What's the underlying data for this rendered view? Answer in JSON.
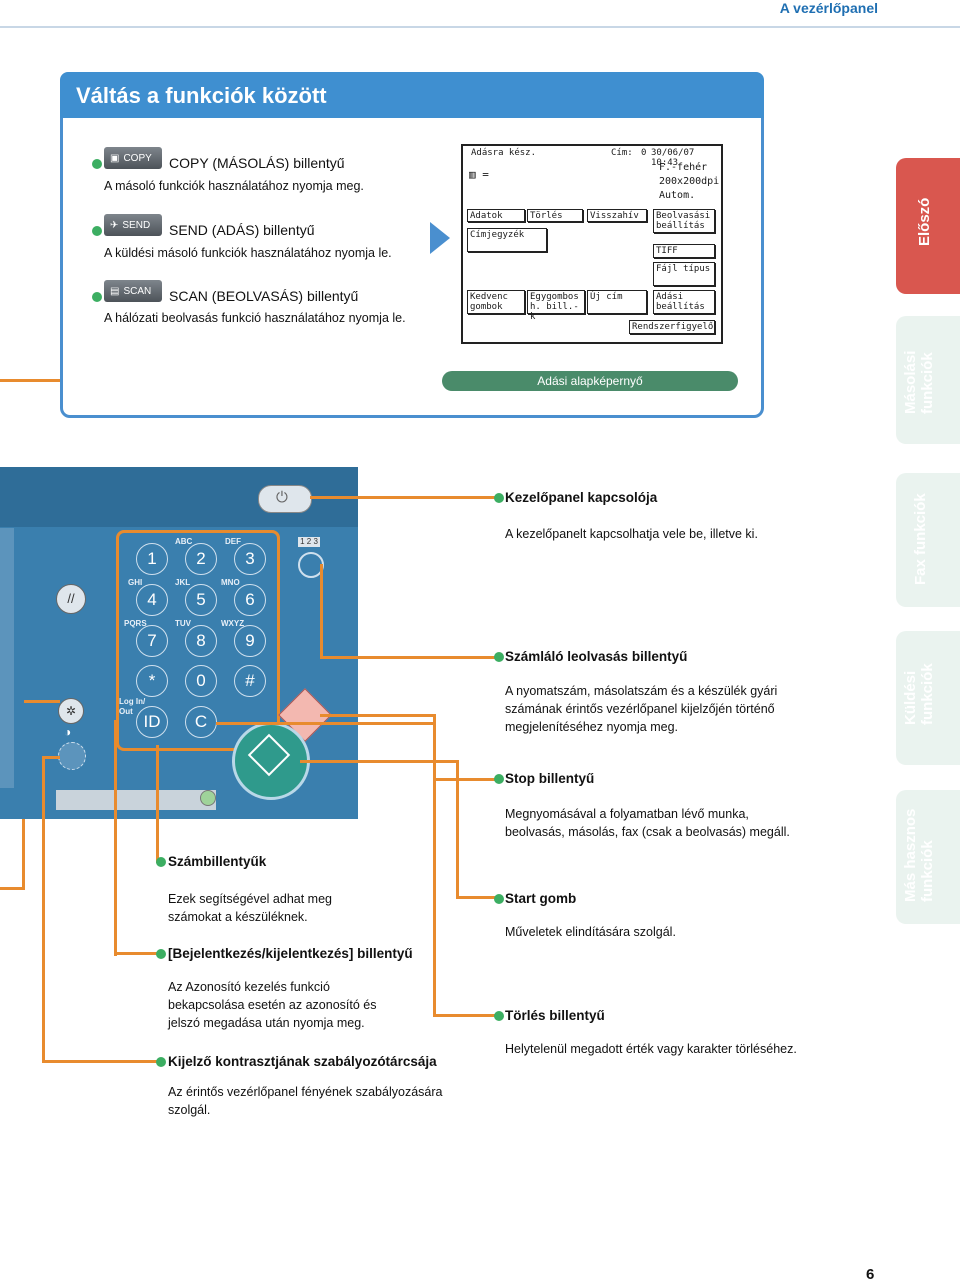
{
  "header": {
    "title": "A vezérlőpanel"
  },
  "main": {
    "title": "Váltás a funkciók között",
    "keys": [
      {
        "badge": "COPY",
        "name": "COPY (MÁSOLÁS) billentyű",
        "desc": "A másoló funkciók használatához nyomja meg."
      },
      {
        "badge": "SEND",
        "name": "SEND (ADÁS) billentyű",
        "desc": "A küldési másoló funkciók használatához nyomja le."
      },
      {
        "badge": "SCAN",
        "name": "SCAN (BEOLVASÁS) billentyű",
        "desc": "A hálózati beolvasás funkció használatához nyomja le."
      }
    ],
    "screen": {
      "status": "Adásra kész.",
      "cim": "Cím:",
      "cim_value": "0",
      "datetime": "30/06/07 10:43",
      "mode1": "F.-fehér",
      "mode2": "200x200dpi",
      "mode3": "Autom.",
      "btn_adatok": "Adatok",
      "btn_torles": "Törlés",
      "btn_visszahiv": "Visszahív",
      "btn_beolvasasi": "Beolvasási beállítás",
      "btn_cimjegyzek": "Címjegyzék",
      "btn_tiff": "TIFF",
      "btn_fajl": "Fájl típus",
      "btn_kedvenc": "Kedvenc gombok",
      "btn_egygombos": "Egygombos h. bill.-k",
      "btn_uj": "Új cím",
      "btn_adasi": "Adási beállítás",
      "btn_rendszer": "Rendszerfigyelő"
    },
    "caption": "Adási alapképernyő"
  },
  "panel": {
    "keys": [
      "1",
      "2",
      "3",
      "4",
      "5",
      "6",
      "7",
      "8",
      "9",
      "*",
      "0",
      "#",
      "ID",
      "C"
    ],
    "letters": [
      "ABC",
      "DEF",
      "GHI",
      "JKL",
      "MNO",
      "PQRS",
      "TUV",
      "WXYZ"
    ],
    "login_label": "Log In/ Out",
    "counter_label": "1 2 3"
  },
  "callouts_right": [
    {
      "title": "Kezelőpanel kapcsolója",
      "text": "A kezelőpanelt kapcsolhatja vele be, illetve ki."
    },
    {
      "title": "Számláló leolvasás billentyű",
      "text": "A nyomatszám, másolatszám és a készülék gyári számának érintős vezérlőpanel kijelzőjén történő megjelenítéséhez nyomja meg."
    },
    {
      "title": "Stop billentyű",
      "text": "Megnyomásával a folyamatban lévő munka, beolvasás, másolás, fax (csak a beolvasás) megáll."
    },
    {
      "title": "Start gomb",
      "text": "Műveletek elindítására szolgál."
    },
    {
      "title": "Törlés billentyű",
      "text": "Helytelenül megadott érték vagy karakter törléséhez."
    }
  ],
  "callouts_left": [
    {
      "title": "Számbillentyűk",
      "text": "Ezek segítségével adhat meg számokat a készüléknek."
    },
    {
      "title": "[Bejelentkezés/kijelentkezés] billentyű",
      "text": "Az Azonosító kezelés funkció bekapcsolása esetén az azonosító és jelszó megadása után nyomja meg."
    },
    {
      "title": "Kijelző kontrasztjának szabályozótárcsája",
      "text": "Az érintős vezérlőpanel fényének szabályozására szolgál."
    }
  ],
  "tabs": [
    "Előszó",
    "Másolási funkciók",
    "Fax funkciók",
    "Küldési funkciók",
    "Más hasznos funkciók"
  ],
  "colors": {
    "accent_blue": "#3f8fd0",
    "orange": "#e88b2e",
    "green": "#3cae62",
    "active_tab": "#d9574f"
  },
  "page_number": "6"
}
